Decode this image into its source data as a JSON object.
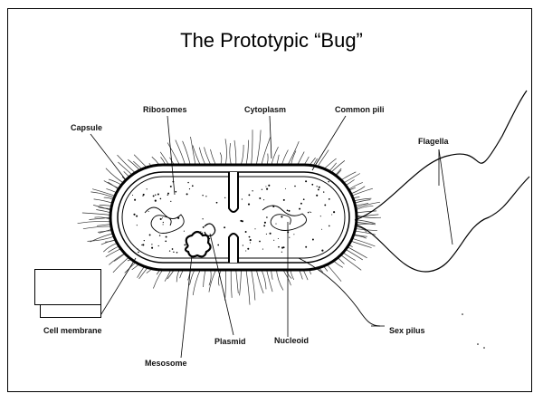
{
  "slide": {
    "title": "The Prototypic “Bug”"
  },
  "labels": {
    "capsule": "Capsule",
    "ribosomes": "Ribosomes",
    "cytoplasm": "Cytoplasm",
    "common_pili": "Common pili",
    "flagella": "Flagella",
    "cell_membrane": "Cell membrane",
    "mesosome": "Mesosome",
    "plasmid": "Plasmid",
    "nucleoid": "Nucleoid",
    "sex_pilus": "Sex pilus"
  }
}
